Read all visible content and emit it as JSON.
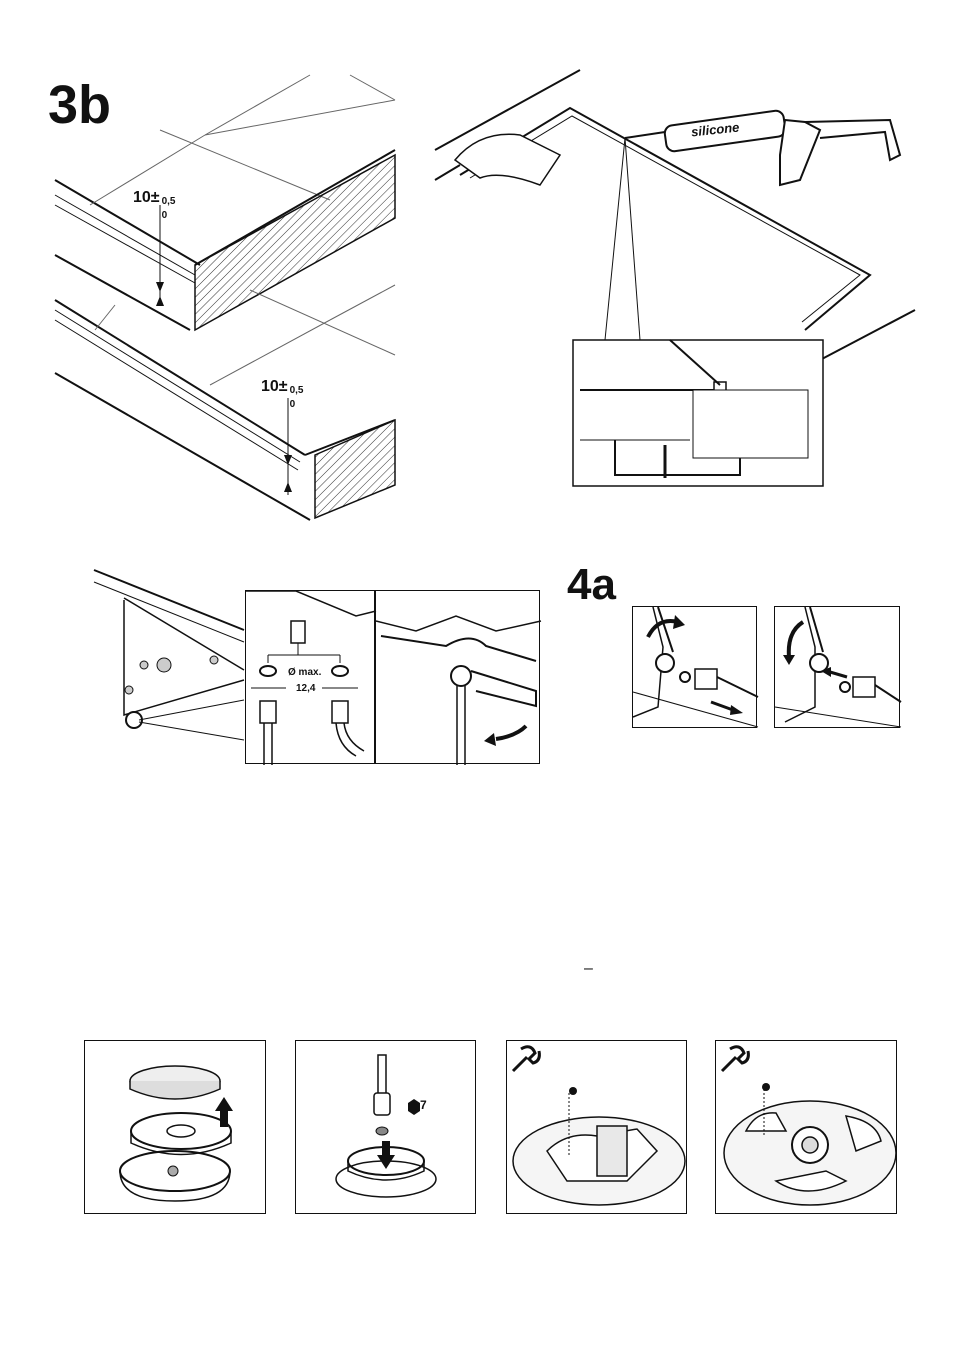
{
  "section_3b": {
    "label": "3b"
  },
  "section_4a": {
    "label": "4a"
  },
  "dimension_top": {
    "base": "10±",
    "upper": "0,5",
    "lower": "0"
  },
  "dimension_bottom": {
    "base": "10±",
    "upper": "0,5",
    "lower": "0"
  },
  "silicone_gun": {
    "label": "silicone"
  },
  "gas_connection": {
    "diameter_label": "Ø max.",
    "diameter_value": "12,4"
  },
  "burner_step2": {
    "wrench_size": "7"
  },
  "icons": [
    "wrench-icon",
    "arrow-up-icon",
    "arrow-down-icon",
    "hex-nut-icon",
    "rotate-arrow-icon"
  ],
  "stray_mark": "–"
}
